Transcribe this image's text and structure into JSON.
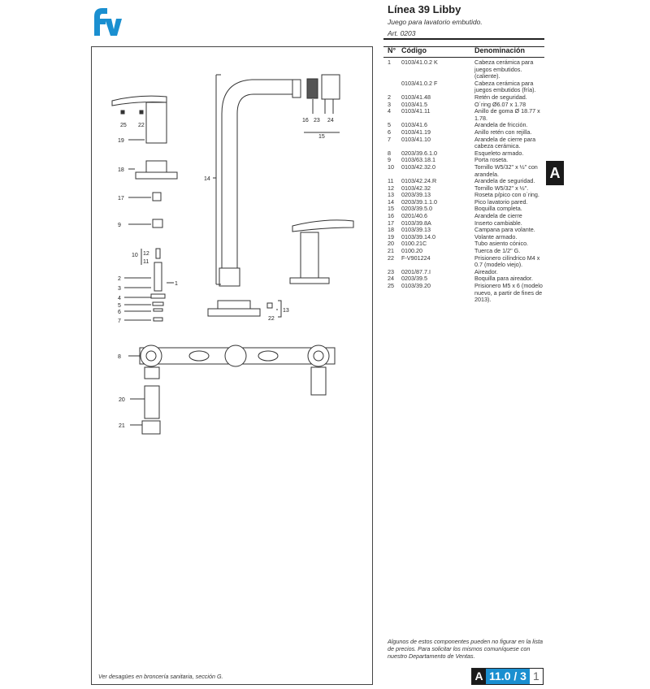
{
  "header": {
    "brand": "fv",
    "title": "Línea 39 Libby",
    "subtitle": "Juego para lavatorio embutido.",
    "article": "Art. 0203"
  },
  "table": {
    "headers": {
      "n": "N°",
      "code": "Código",
      "name": "Denominación"
    },
    "rows": [
      {
        "n": "1",
        "code": "0103/41.0.2 K",
        "name": "Cabeza cerámica para juegos embutidos. (caliente)."
      },
      {
        "n": "",
        "code": "0103/41.0.2 F",
        "name": "Cabeza cerámica para juegos embutidos (fría)."
      },
      {
        "n": "2",
        "code": "0103/41.48",
        "name": "Retén de seguridad."
      },
      {
        "n": "3",
        "code": "0103/41.5",
        "name": "O´ring Ø6.07 x 1.78"
      },
      {
        "n": "4",
        "code": "0103/41.11",
        "name": "Anillo de goma Ø 18.77 x 1.78."
      },
      {
        "n": "5",
        "code": "0103/41.6",
        "name": "Arandela de fricción."
      },
      {
        "n": "6",
        "code": "0103/41.19",
        "name": "Anillo retén con rejilla."
      },
      {
        "n": "7",
        "code": "0103/41.10",
        "name": "Arandela de cierre para cabeza cerámica."
      },
      {
        "n": "8",
        "code": "0203/39.6.1.0",
        "name": "Esqueleto armado."
      },
      {
        "n": "9",
        "code": "0103/63.18.1",
        "name": "Porta roseta."
      },
      {
        "n": "10",
        "code": "0103/42.32.0",
        "name": "Tornillo W5/32\" x ½\" con arandela."
      },
      {
        "n": "11",
        "code": "0103/42.24.R",
        "name": "Arandela de seguridad."
      },
      {
        "n": "12",
        "code": "0103/42.32",
        "name": "Tornillo W5/32\" x ½\"."
      },
      {
        "n": "13",
        "code": "0203/39.13",
        "name": "Roseta p/pico con o´ring."
      },
      {
        "n": "14",
        "code": "0203/39.1.1.0",
        "name": "Pico lavatorio pared."
      },
      {
        "n": "15",
        "code": "0203/39.5.0",
        "name": "Boquilla completa."
      },
      {
        "n": "16",
        "code": "0201/40.6",
        "name": "Arandela de cierre"
      },
      {
        "n": "17",
        "code": "0103/39.8A",
        "name": "Inserto cambiable."
      },
      {
        "n": "18",
        "code": "0103/39.13",
        "name": "Campana para volante."
      },
      {
        "n": "19",
        "code": "0103/39.14.0",
        "name": "Volante armado."
      },
      {
        "n": "20",
        "code": "0100.21C",
        "name": "Tubo asiento cónico."
      },
      {
        "n": "21",
        "code": "0100.20",
        "name": "Tuerca de 1/2\" G."
      },
      {
        "n": "22",
        "code": "F-V901224",
        "name": "Prisionero cilíndrico M4 x 0.7 (modelo viejo)."
      },
      {
        "n": "23",
        "code": "0201/87.7.I",
        "name": "Aireador."
      },
      {
        "n": "24",
        "code": "0203/39.5",
        "name": "Boquilla para aireador."
      },
      {
        "n": "25",
        "code": "0103/39.20",
        "name": "Prisionero M5 x 6 (modelo nuevo, a partir de fines de 2013)."
      }
    ]
  },
  "section_tab": "A",
  "diagram": {
    "labels": {
      "l25": "25",
      "l22a": "22",
      "l19": "19",
      "l18": "18",
      "l17": "17",
      "l9": "9",
      "l10": "10",
      "l12": "12",
      "l11": "11",
      "l2": "2",
      "l3": "3",
      "l4": "4",
      "l5": "5",
      "l6": "6",
      "l7": "7",
      "l1": "1",
      "l14": "14",
      "l16": "16",
      "l23": "23",
      "l24": "24",
      "l15": "15",
      "l13": "13",
      "l22b": "22",
      "l8": "8",
      "l20": "20",
      "l21": "21"
    }
  },
  "footer": {
    "note": "Algunos de estos componentes pueden no figurar en la lista de precios. Para solicitar los mismos comuníquese con nuestro Departamento de Ventas.",
    "drain_note": "Ver desagües en broncería sanitaria, sección G.",
    "page_section": "A",
    "page_code": "11.0 / 3",
    "page_num": "1"
  },
  "colors": {
    "brand": "#1a8fd0",
    "dark": "#1a1a1a"
  }
}
